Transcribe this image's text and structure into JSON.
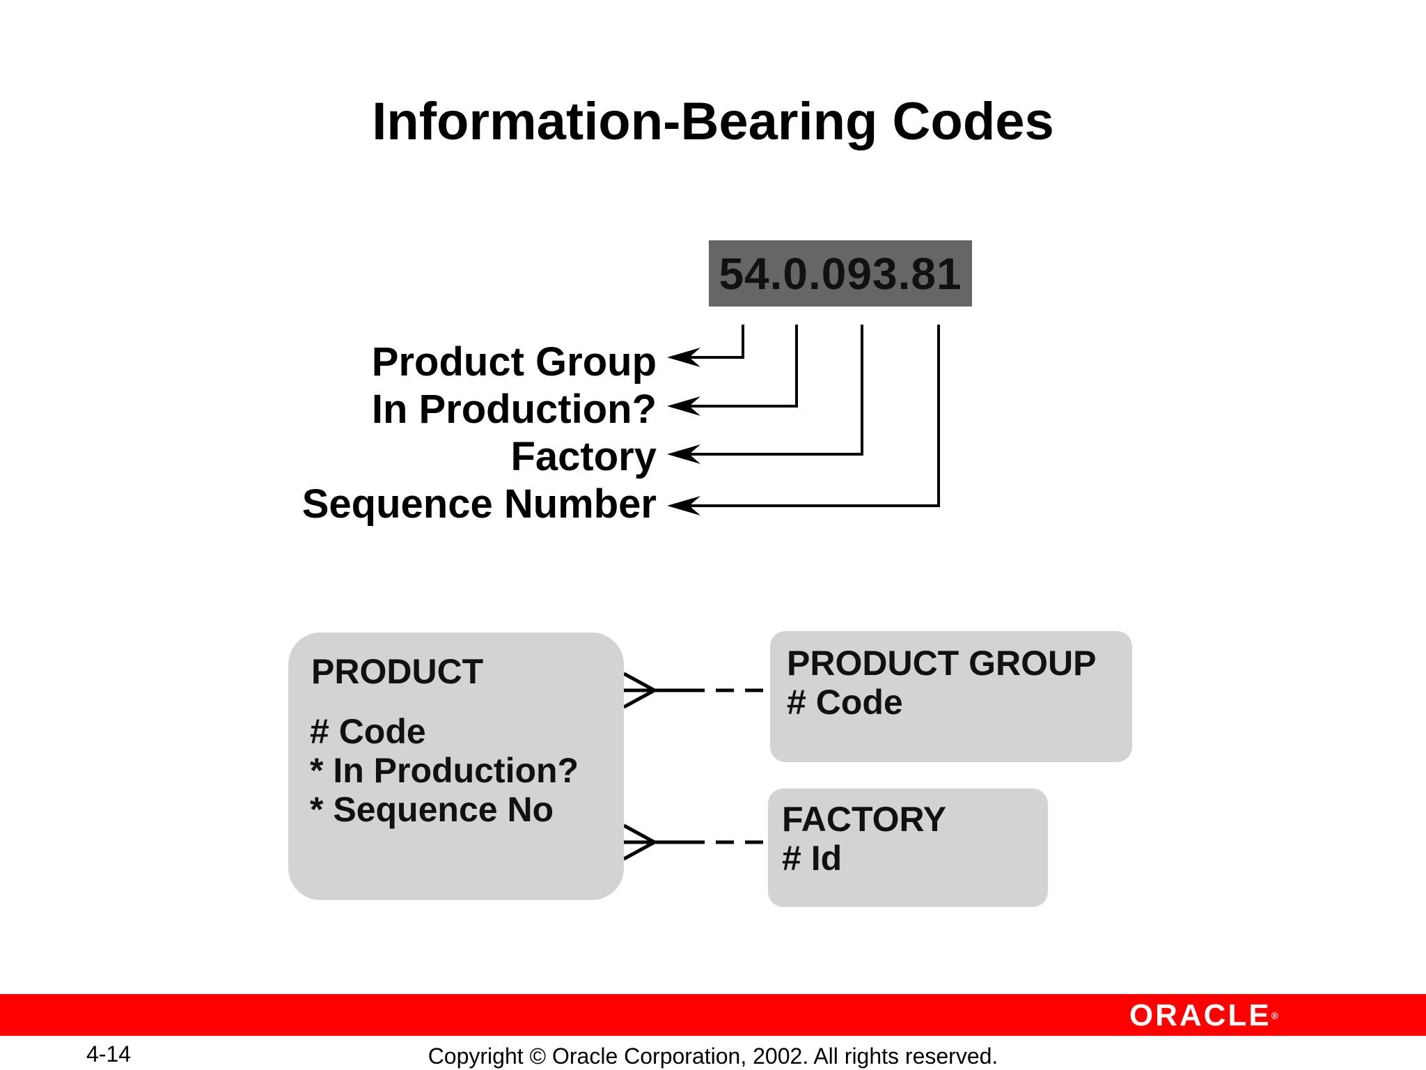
{
  "slide": {
    "title": "Information-Bearing Codes",
    "code_example": "54.0.093.81",
    "code_segments": [
      {
        "label": "Product Group"
      },
      {
        "label": "In Production?"
      },
      {
        "label": "Factory"
      },
      {
        "label": "Sequence Number"
      }
    ]
  },
  "entities": {
    "product": {
      "name": "PRODUCT",
      "attributes": [
        "# Code",
        "* In Production?",
        "* Sequence No"
      ]
    },
    "product_group": {
      "name": "PRODUCT GROUP",
      "attributes": [
        "# Code"
      ]
    },
    "factory": {
      "name": "FACTORY",
      "attributes": [
        "# Id"
      ]
    }
  },
  "footer": {
    "slide_number": "4-14",
    "copyright": "Copyright © Oracle Corporation, 2002. All rights reserved.",
    "logo_text": "ORACLE",
    "logo_mark": "®",
    "bar_color": "#ff0000"
  },
  "colors": {
    "code_box": "#666666",
    "entity_fill": "#d3d3d3"
  }
}
